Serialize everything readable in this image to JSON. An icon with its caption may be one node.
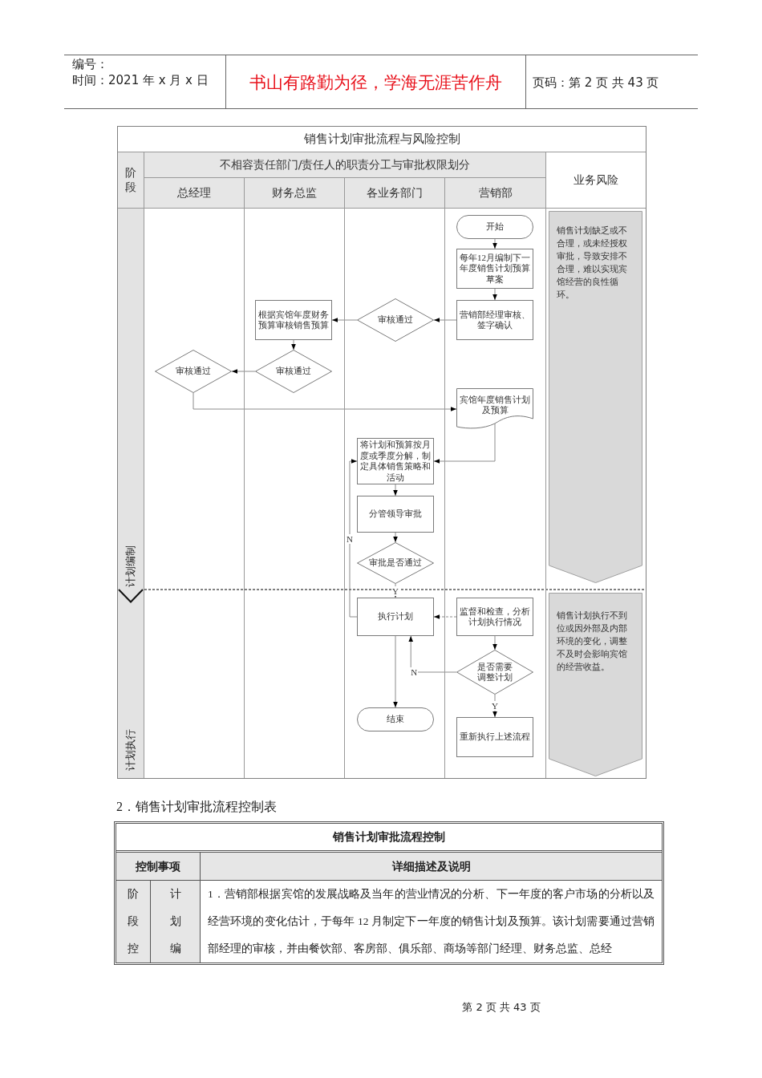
{
  "diagram": {
    "title": "销售计划审批流程与风险控制",
    "nodes": [
      {
        "text": [
          "总经理"
        ]
      },
      {
        "text": [
          "财务总监"
        ]
      },
      {
        "text": [
          "各业务部门"
        ]
      },
      {
        "text": [
          "营销部"
        ]
      },
      {
        "text": [
          "业务风险"
        ]
      },
      {
        "text": [
          "计划编制"
        ]
      },
      {
        "text": [
          "计划执行"
        ]
      },
      {
        "text": [
          "开始"
        ],
        "in": 3
      },
      {
        "text": [
          "每年12月编制下一年度销售计划预算草案"
        ],
        "in": 3
      },
      {
        "text": [
          "根据宾馆年度财务预算审核销售预算"
        ],
        "in": 1
      },
      {
        "text": [
          "审核通过"
        ],
        "in": 2
      },
      {
        "text": [
          "营销部经理审核、签字确认"
        ],
        "in": 3
      },
      {
        "text": [
          "审核通过"
        ],
        "in": 0
      },
      {
        "text": [
          "审核通过"
        ],
        "in": 1
      },
      {
        "text": [
          "宾馆年度销售计划及预算"
        ],
        "in": 3
      },
      {
        "text": [
          "将计划和预算按月度或季度分解，制定具体销售策略和活动"
        ],
        "in": 2
      },
      {
        "text": [
          "分管领导审批"
        ],
        "in": 2
      },
      {
        "text": [
          "审批是否通过"
        ],
        "in": 2
      },
      {
        "text": [
          "执行计划"
        ],
        "in": 2
      },
      {
        "text": [
          "监督和检查，分析计划执行情况"
        ],
        "in": 3
      },
      {
        "text": [
          "是否需要调整计划"
        ],
        "in": 3
      },
      {
        "text": [
          "结束"
        ],
        "in": 2
      },
      {
        "text": [
          "重新执行上述流程"
        ],
        "in": 3
      },
      {
        "text": [
          "销售计划缺乏或不合理，或未经授权审批，导致安排不合理，难以实现宾馆经营的良性循环。"
        ],
        "in": 4
      },
      {
        "text": [
          "销售计划执行不到位或因外部及内部环境的变化，调整不及时会影响宾馆的经营收益。"
        ],
        "in": 4
      }
    ],
    "edges": [
      {
        "from": 7,
        "to": 8,
        "arrow": "to"
      },
      {
        "from": 8,
        "to": 11,
        "arrow": "to"
      },
      {
        "from": 11,
        "to": 10,
        "arrow": "to"
      },
      {
        "from": 10,
        "to": 9,
        "arrow": "to"
      },
      {
        "from": 9,
        "to": 13,
        "arrow": "to"
      },
      {
        "from": 13,
        "to": 12,
        "arrow": "to"
      },
      {
        "from": 12,
        "to": 14,
        "arrow": "to"
      },
      {
        "from": 14,
        "to": 15,
        "arrow": "to"
      },
      {
        "from": 15,
        "to": 16,
        "arrow": "to"
      },
      {
        "from": 16,
        "to": 17,
        "arrow": "to"
      },
      {
        "from": 17,
        "to": 18,
        "arrow": "to",
        "label": "Y"
      },
      {
        "from": 18,
        "to": 15,
        "arrow": "to",
        "label": "N"
      },
      {
        "from": 19,
        "to": 18,
        "arrow": "to",
        "style": "dashed"
      },
      {
        "from": 19,
        "to": 20,
        "arrow": "to"
      },
      {
        "from": 20,
        "to": 18,
        "arrow": "to",
        "label": "N"
      },
      {
        "from": 20,
        "to": 22,
        "arrow": "to",
        "label": "Y"
      },
      {
        "from": 18,
        "to": 21,
        "arrow": "to"
      }
    ],
    "labels": [
      "编号：",
      "时间：2021 年 x 月 x 日",
      "书山有路勤为径，学海无涯苦作舟",
      "页码：第 2 页 共 43 页",
      "阶段",
      "不相容责任部门/责任人的职责分工与审批权限划分",
      "2．销售计划审批流程控制表",
      "销售计划审批流程控制",
      "控制事项",
      "详细描述及说明",
      "阶段控",
      "计划编",
      "1．营销部根据宾馆的发展战略及当年的营业情况的分析、下一年度的客户市场的分析以及经营环境的变化估计，于每年 12 月制定下一年度的销售计划及预算。该计划需要通过营销部经理的审核，并由餐饮部、客房部、俱乐部、商场等部门经理、财务总监、总经",
      "第 2 页 共 43 页"
    ]
  }
}
